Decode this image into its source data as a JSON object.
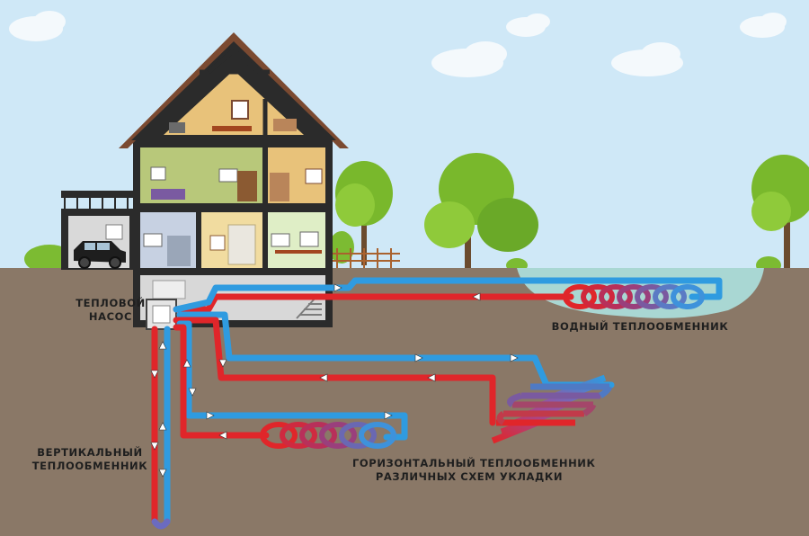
{
  "labels": {
    "heat_pump_line1": "ТЕПЛОВОЙ",
    "heat_pump_line2": "НАСОС",
    "water_exchanger": "ВОДНЫЙ ТЕПЛООБМЕННИК",
    "vertical_line1": "ВЕРТИКАЛЬНЫЙ",
    "vertical_line2": "ТЕПЛООБМЕННИК",
    "horizontal_line1": "ГОРИЗОНТАЛЬНЫЙ ТЕПЛООБМЕННИК",
    "horizontal_line2": "РАЗЛИЧНЫХ СХЕМ УКЛАДКИ"
  },
  "colors": {
    "sky": "#cfe8f7",
    "ground": "#8a7867",
    "pond": "#a9d7d3",
    "hot_pipe": "#e0262a",
    "cold_pipe": "#2f9be0",
    "roof": "#7b4a31",
    "house_frame": "#2b2b2b"
  }
}
